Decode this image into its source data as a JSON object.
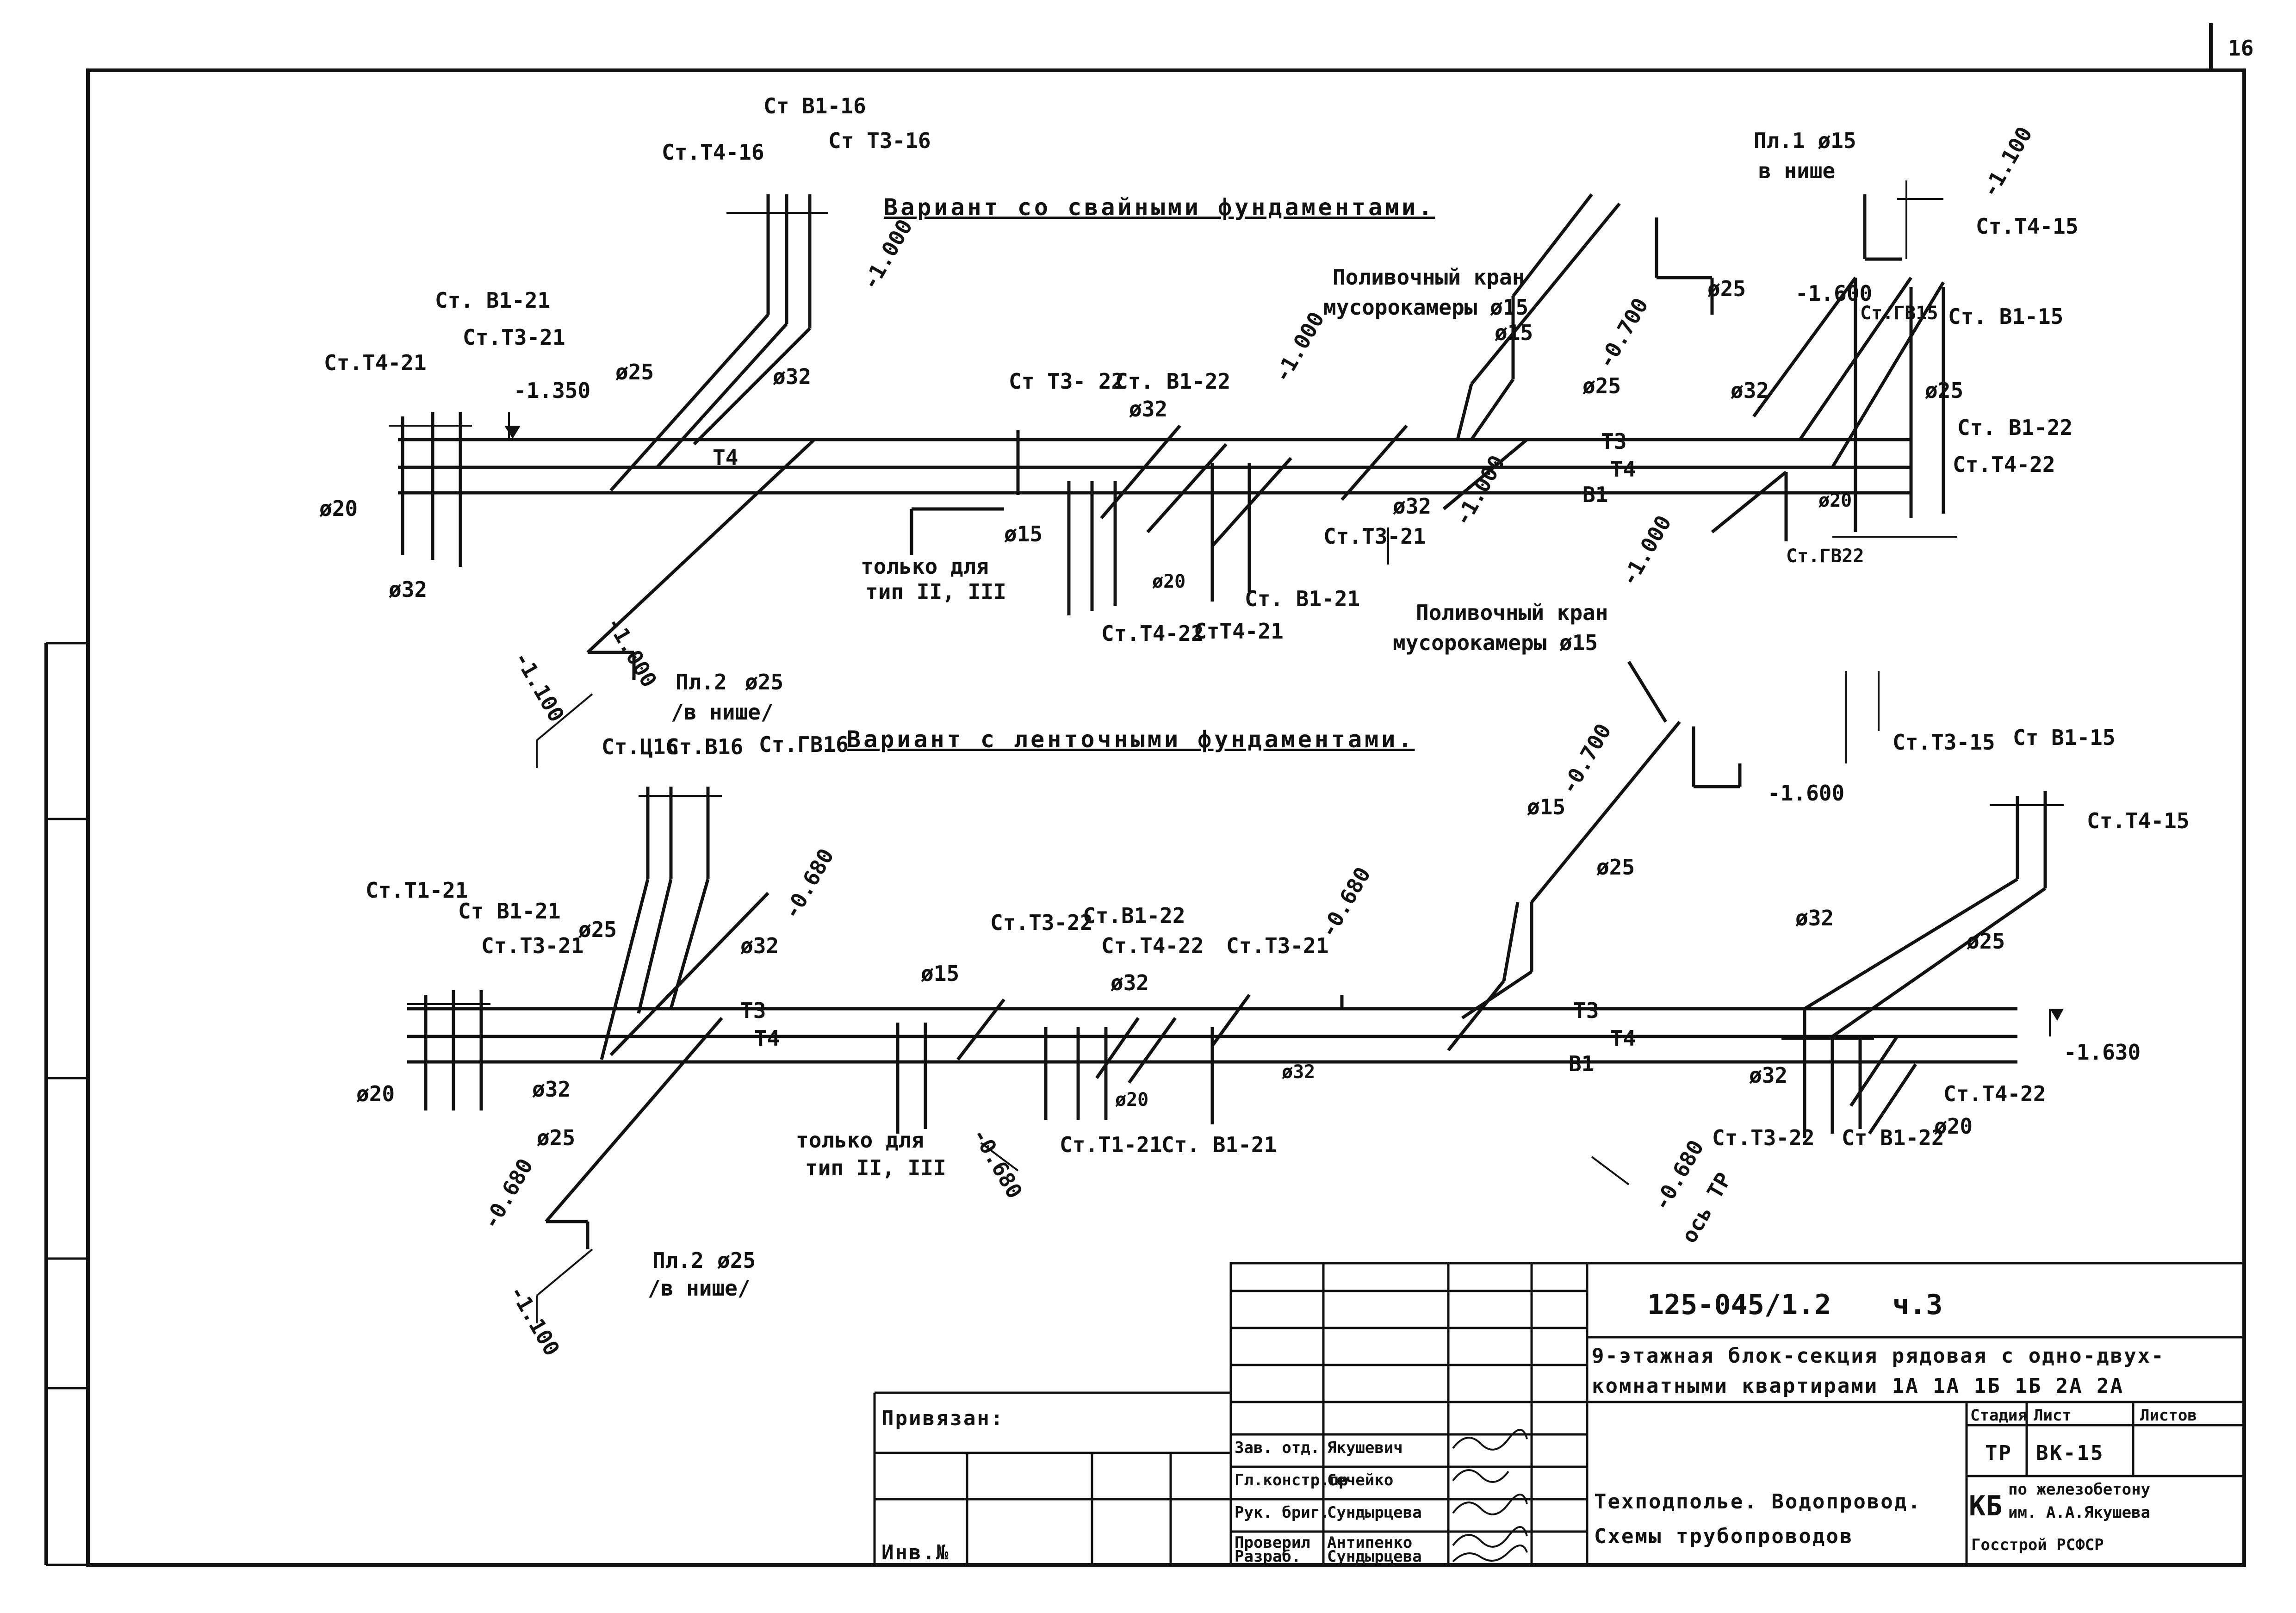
{
  "sheet_number": "16",
  "variant1_title": "Вариант со свайными фундаментами.",
  "variant2_title": "Вариант с ленточными фундаментами.",
  "top_labels": {
    "st_v1_16": "Ст В1-16",
    "st_t3_16": "Ст Т3-16",
    "st_t4_16": "Ст.Т4-16",
    "st_v1_21": "Ст. В1-21",
    "st_t3_21": "Ст.Т3-21",
    "st_t4_21": "Ст.Т4-21",
    "el_1350": "-1.350",
    "d25_a": "ø25",
    "d32_a": "ø32",
    "el_1000_a": "-1.000",
    "d20_a": "ø20",
    "d32_b": "ø32",
    "el_1000_b": "-1.000",
    "t4_a": "Т4",
    "el_1100_a": "-1.100",
    "pl2_a": "Пл.2",
    "pl2_a_d": "ø25",
    "pl2_a_niche": "/в нише/",
    "st_t3_22": "Ст Т3- 22",
    "st_v1_22": "Ст. В1-22",
    "d32_c": "ø32",
    "el_1000_c": "-1.000",
    "only_for": "только для",
    "types_a": "тип II, III",
    "d15_a": "ø15",
    "d20_b": "ø20",
    "st_t4_22": "Ст.Т4-22",
    "st_t4_21b": "СтТ4-21",
    "st_v1_21b": "Ст. В1-21",
    "st_t3_21b": "Ст.Т3-21",
    "d32_d": "ø32",
    "el_1000_d": "-1.000",
    "t3_a": "Т3",
    "t4_b": "Т4",
    "v1_a": "В1",
    "crane1_l1": "Поливочный кран",
    "crane1_l2": "мусорокамеры ø15",
    "d15_b": "ø15",
    "el_0700_a": "-0.700",
    "d25_b": "ø25",
    "d25_c": "ø25",
    "el_1600_a": "-1.600",
    "pl1": "Пл.1 ø15",
    "pl1_niche": "в нише",
    "el_1100_b": "-1.100",
    "st_t4_15": "Ст.Т4-15",
    "st_gv15": "Ст.ГВ15",
    "st_v1_15": "Ст. В1-15",
    "d32_e": "ø32",
    "d25_d": "ø25",
    "st_v1_22b": "Ст. В1-22",
    "st_t4_22b": "Ст.Т4-22",
    "d20_c": "ø20",
    "st_gv22": "Ст.ГВ22",
    "el_1000_e": "-1.000",
    "crane2_l1": "Поливочный кран",
    "crane2_l2": "мусорокамеры ø15"
  },
  "bottom_labels": {
    "st_ts16": "Ст.Ц16",
    "st_v16": "Ст.В16",
    "st_gv16": "Ст.ГВ16",
    "st_t1_21": "Ст.Т1-21",
    "st_v1_21": "Ст В1-21",
    "st_t3_21": "Ст.Т3-21",
    "d25_a": "ø25",
    "d32_a": "ø32",
    "el_0680_a": "-0.680",
    "t3_a": "Т3",
    "t4_a": "Т4",
    "d20_a": "ø20",
    "d32_b": "ø32",
    "d25_b": "ø25",
    "el_0680_b": "-0.680",
    "el_1100": "-1.100",
    "pl2": "Пл.2",
    "pl2_d": "ø25",
    "pl2_niche": "/в нише/",
    "only_for": "только для",
    "types": "тип II, III",
    "d15_a": "ø15",
    "el_0680_c": "-0.680",
    "st_t3_22": "Ст.Т3-22",
    "st_v1_22": "Ст.В1-22",
    "st_t4_22": "Ст.Т4-22",
    "d32_c": "ø32",
    "st_t3_21b": "Ст.Т3-21",
    "el_0680_d": "-0.680",
    "d20_b": "ø20",
    "d32_d": "ø32",
    "st_v1_21b": "Ст. В1-21",
    "el_0700": "-0.700",
    "d15_b": "ø15",
    "d25_c": "ø25",
    "el_1600": "-1.600",
    "t3_b": "Т3",
    "t4_b": "Т4",
    "v1": "В1",
    "st_t3_15": "Ст.Т3-15",
    "st_v1_15": "Ст В1-15",
    "st_t4_15": "Ст.Т4-15",
    "d32_e": "ø32",
    "d25_d": "ø25",
    "el_1630": "-1.630",
    "d32_f": "ø32",
    "st_t4_22b": "Ст.Т4-22",
    "d20_c": "ø20",
    "st_t3_22b": "Ст.Т3-22",
    "st_v1_22b": "Ст В1-22",
    "el_0680_e": "-0.680",
    "axis_tr": "ось ТР"
  },
  "title_block": {
    "doc_code": "125-045/1.2",
    "part": "ч.3",
    "project_l1": "9-этажная блок-секция рядовая с одно-двух-",
    "project_l2": "комнатными квартирами 1А 1А 1Б 1Б 2А 2А",
    "bound": "Привязан:",
    "inv": "Инв.№",
    "roles": [
      "Зав. отд.",
      "Гл.констр.пр",
      "Рук. бриг.",
      "Проверил",
      "Разраб."
    ],
    "names": [
      "Якушевич",
      "Сечейко",
      "Сундырцева",
      "Антипенко",
      "Сундырцева"
    ],
    "stage_hdr": "Стадия",
    "sheet_hdr": "Лист",
    "sheets_hdr": "Листов",
    "stage": "ТР",
    "sheet": "ВК-15",
    "sheets": "",
    "drawing_l1": "Техподполье. Водопровод.",
    "drawing_l2": "Схемы трубопроводов",
    "org_logo": "КБ",
    "org_l1": "по железобетону",
    "org_l2": "им. А.А.Якушева",
    "org_l3": "Госстрой РСФСР"
  }
}
